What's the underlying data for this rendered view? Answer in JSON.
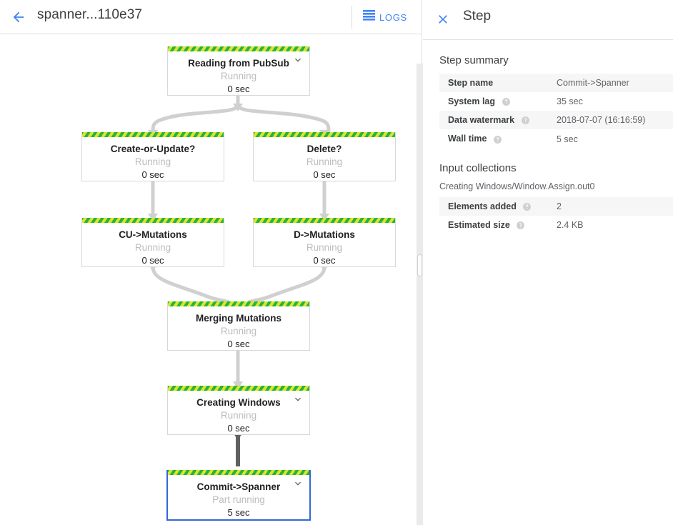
{
  "header": {
    "back_icon": "arrow-left-icon",
    "job_title": "spanner...110e37",
    "logs_icon": "logs-list-icon",
    "logs_label": "LOGS"
  },
  "graph": {
    "chevron_icon": "chevron-down-icon",
    "nodes": [
      {
        "id": "reading-from-pubsub",
        "title": "Reading from PubSub",
        "status": "Running",
        "time": "0 sec",
        "chevron": true,
        "selected": false
      },
      {
        "id": "create-or-update",
        "title": "Create-or-Update?",
        "status": "Running",
        "time": "0 sec",
        "chevron": false,
        "selected": false
      },
      {
        "id": "delete",
        "title": "Delete?",
        "status": "Running",
        "time": "0 sec",
        "chevron": false,
        "selected": false
      },
      {
        "id": "cu-mutations",
        "title": "CU->Mutations",
        "status": "Running",
        "time": "0 sec",
        "chevron": false,
        "selected": false
      },
      {
        "id": "d-mutations",
        "title": "D->Mutations",
        "status": "Running",
        "time": "0 sec",
        "chevron": false,
        "selected": false
      },
      {
        "id": "merging-mutations",
        "title": "Merging Mutations",
        "status": "Running",
        "time": "0 sec",
        "chevron": false,
        "selected": false
      },
      {
        "id": "creating-windows",
        "title": "Creating Windows",
        "status": "Running",
        "time": "0 sec",
        "chevron": true,
        "selected": false
      },
      {
        "id": "commit-spanner",
        "title": "Commit->Spanner",
        "status": "Part running",
        "time": "5 sec",
        "chevron": true,
        "selected": true
      }
    ],
    "selected_border_color": "#3367d6",
    "edge_color": "#d0d0d0",
    "edge_highlight_color": "#616161",
    "stripe_colors": [
      "#27b43a",
      "#d7e62e"
    ]
  },
  "scrollbar": {
    "name": "graph-vertical-scrollbar"
  },
  "panel": {
    "close_icon": "close-x-icon",
    "title": "Step",
    "summary_heading": "Step summary",
    "summary_rows": [
      {
        "key": "Step name",
        "value": "Commit->Spanner",
        "help": false
      },
      {
        "key": "System lag",
        "value": "35 sec",
        "help": true
      },
      {
        "key": "Data watermark",
        "value": "2018-07-07 (16:16:59)",
        "help": true
      },
      {
        "key": "Wall time",
        "value": "5 sec",
        "help": true
      }
    ],
    "input_heading": "Input collections",
    "collection_name": "Creating Windows/Window.Assign.out0",
    "input_rows": [
      {
        "key": "Elements added",
        "value": "2",
        "help": true
      },
      {
        "key": "Estimated size",
        "value": "2.4 KB",
        "help": true
      }
    ],
    "help_icon": "help-circle-icon"
  }
}
